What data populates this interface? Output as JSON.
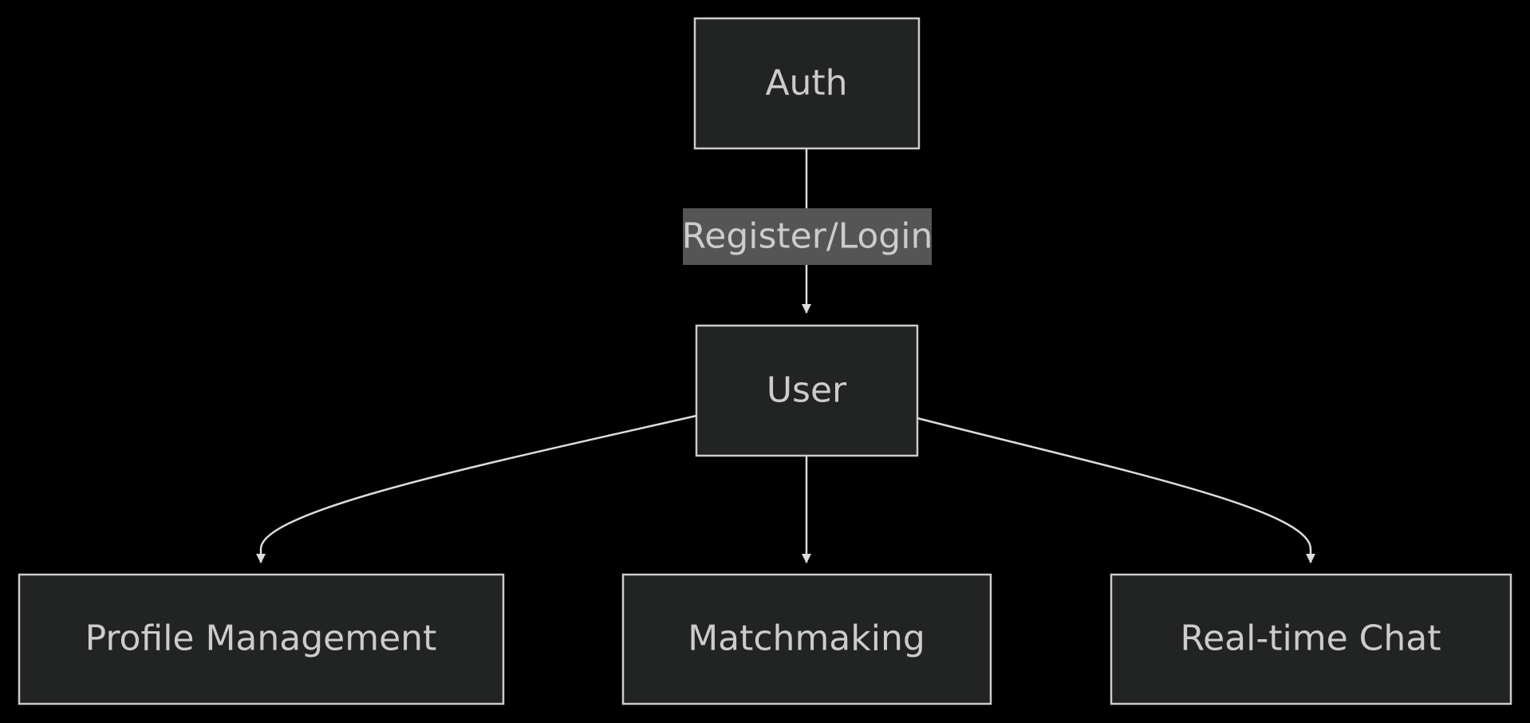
{
  "colors": {
    "background": "#000000",
    "node_fill": "#222323",
    "node_stroke": "#cccccc",
    "text": "#cccccc",
    "edge": "#dddddd",
    "edge_label_bg": "#555555"
  },
  "nodes": {
    "auth": {
      "label": "Auth"
    },
    "user": {
      "label": "User"
    },
    "profile": {
      "label": "Profile Management"
    },
    "matchmaking": {
      "label": "Matchmaking"
    },
    "chat": {
      "label": "Real-time Chat"
    }
  },
  "edges": {
    "auth_user": {
      "from": "Auth",
      "to": "User",
      "label": "Register/Login"
    },
    "user_profile": {
      "from": "User",
      "to": "Profile Management"
    },
    "user_matchmaking": {
      "from": "User",
      "to": "Matchmaking"
    },
    "user_chat": {
      "from": "User",
      "to": "Real-time Chat"
    }
  }
}
